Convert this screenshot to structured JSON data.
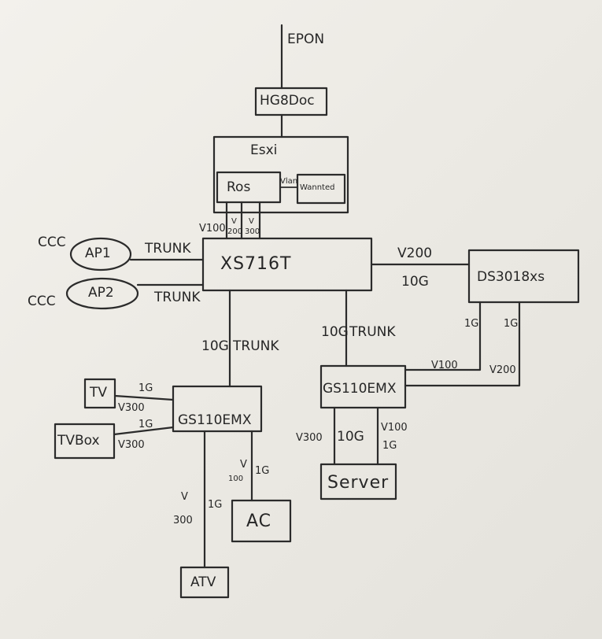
{
  "nodes": {
    "epon": "EPON",
    "ont": "HG8Doc",
    "esxi": "Esxi",
    "ros": "Ros",
    "vlan_tag": "Vlan",
    "wannted": "Wannted",
    "core_switch": "XS716T",
    "ap1": "AP1",
    "ap2": "AP2",
    "nas": "DS3018xs",
    "switch_left": "GS110EMX",
    "switch_right": "GS110EMX",
    "tv": "TV",
    "tvbox": "TVBox",
    "ac": "AC",
    "atv": "ATV",
    "server": "Server"
  },
  "labels": {
    "ccc1": "CCC",
    "ccc2": "CCC",
    "trunk_ap1": "TRUNK",
    "trunk_ap2": "TRUNK",
    "v100_ros": "V100",
    "v200_top": "V",
    "v200_bot": "200",
    "v300_top": "V",
    "v300_bot": "300",
    "v200_nas": "V200",
    "tenG_nas": "10G",
    "tenG_left": "10G",
    "trunk_left": "TRUNK",
    "tenG_right": "10G",
    "trunk_right": "TRUNK",
    "oneG_nas_a": "1G",
    "oneG_nas_b": "1G",
    "v100_nas": "V100",
    "v200_nas2": "V200",
    "oneG_tv": "1G",
    "v300_tv": "V300",
    "oneG_tvbox": "1G",
    "v300_tvbox": "V300",
    "v300_atv_top": "V",
    "v300_atv_bot": "300",
    "oneG_atv": "1G",
    "v100_ac_top": "V",
    "v100_ac_bot": "100",
    "oneG_ac": "1G",
    "v300_server": "V300",
    "tenG_server": "10G",
    "v100_server": "V100",
    "oneG_server": "1G"
  }
}
